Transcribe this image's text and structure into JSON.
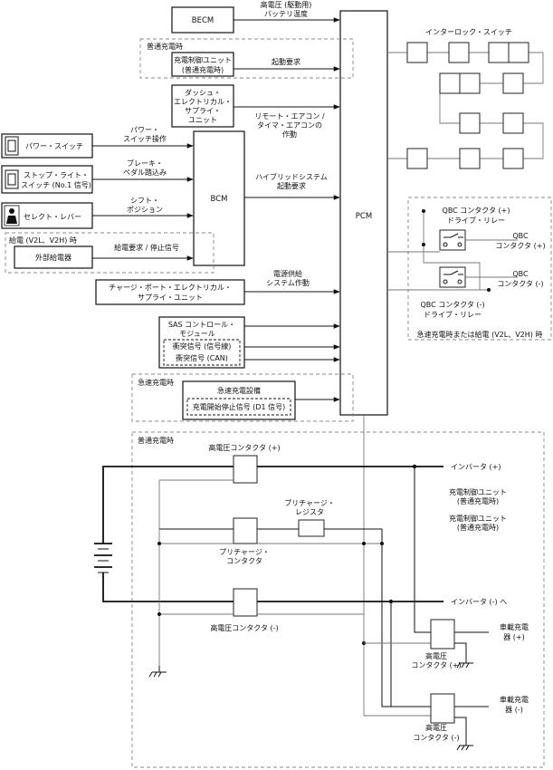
{
  "becm": {
    "label": "BECM"
  },
  "pcm": {
    "label": "PCM"
  },
  "bcm": {
    "label": "BCM"
  },
  "signals": {
    "hv_line1": "高電圧 (駆動用)",
    "hv_line2": "バッテリ温度",
    "start_request": "起動要求",
    "remote_line1": "リモート・エアコン /",
    "remote_line2": "タイマ・エアコンの",
    "remote_line3": "作動",
    "hybrid_line1": "ハイブリッドシステム",
    "hybrid_line2": "起動要求",
    "power_feed_line1": "電源供給",
    "power_feed_line2": "システム作動",
    "supply_request": "給電要求 / 停止信号",
    "power_switch_line1": "パワー・",
    "power_switch_line2": "スイッチ操作",
    "brake_line1": "ブレーキ・",
    "brake_line2": "ペダル踏込み",
    "shift_line1": "シフト・",
    "shift_line2": "ポジション"
  },
  "groups": {
    "normal_charge_top": "普通充電時",
    "supply_v2l": "給電 (V2L、V2H) 時",
    "quick_charge": "急速充電時",
    "normal_charge_bottom": "普通充電時",
    "qbc_caption": "急速充電時または給電 (V2L、V2H) 時"
  },
  "blocks": {
    "charge_ctrl_line1": "充電制御ユニット",
    "charge_ctrl_line2": "(普通充電時)",
    "dash_line1": "ダッシュ・",
    "dash_line2": "エレクトリカル・",
    "dash_line3": "サプライ・",
    "dash_line4": "ユニット",
    "power_switch": "パワー・スイッチ",
    "stop_light_line1": "ストップ・ライト・",
    "stop_light_line2": "スイッチ (No.1 信号)",
    "select_lever": "セレクト・レバー",
    "external_supply": "外部給電器",
    "charge_port": "チャージ・ポート・エレクトリカル・",
    "charge_port_line2": "サプライ・ユニット",
    "sas_line1": "SAS コントロール・",
    "sas_line2": "モジュール",
    "collision_signal": "衝突信号 (信号線)",
    "collision_can": "衝突信号 (CAN)",
    "quick_charger": "急速充電設備",
    "charge_start_stop": "充電開始停止信号 (D1 信号)"
  },
  "interlock": {
    "label": "インターロック・スイッチ"
  },
  "qbc": {
    "plus_relay_line1": "QBC コンタクタ (+)",
    "plus_relay_line2": "ドライブ・リレー",
    "plus_contactor_line1": "QBC",
    "plus_contactor_line2": "コンタクタ (+)",
    "minus_contactor_line1": "QBC",
    "minus_contactor_line2": "コンタクタ (-)",
    "minus_relay_line1": "QBC コンタクタ (-)",
    "minus_relay_line2": "ドライブ・リレー"
  },
  "hv": {
    "hv_contactor_plus": "高電圧コンタクタ (+)",
    "inverter_plus": "インバータ (+)",
    "charge_unit1_line1": "充電制御ユニット",
    "charge_unit1_line2": "(普通充電時)",
    "charge_unit2_line1": "充電制御ユニット",
    "charge_unit2_line2": "(普通充電時)",
    "precharge_res_line1": "プリチャージ・",
    "precharge_res_line2": "レジスタ",
    "precharge_con_line1": "プリチャージ・",
    "precharge_con_line2": "コンタクタ",
    "inverter_minus": "インバータ (-) へ",
    "hv_contactor_minus": "高電圧コンタクタ (-)",
    "hv_con_plus2_line1": "高電圧",
    "hv_con_plus2_line2": "コンタクタ (+)",
    "onboard_plus_line1": "車載充電",
    "onboard_plus_line2": "器 (+)",
    "hv_con_minus2_line1": "高電圧",
    "hv_con_minus2_line2": "コンタクタ (-)",
    "onboard_minus_line1": "車載充電",
    "onboard_minus_line2": "器 (-)"
  }
}
